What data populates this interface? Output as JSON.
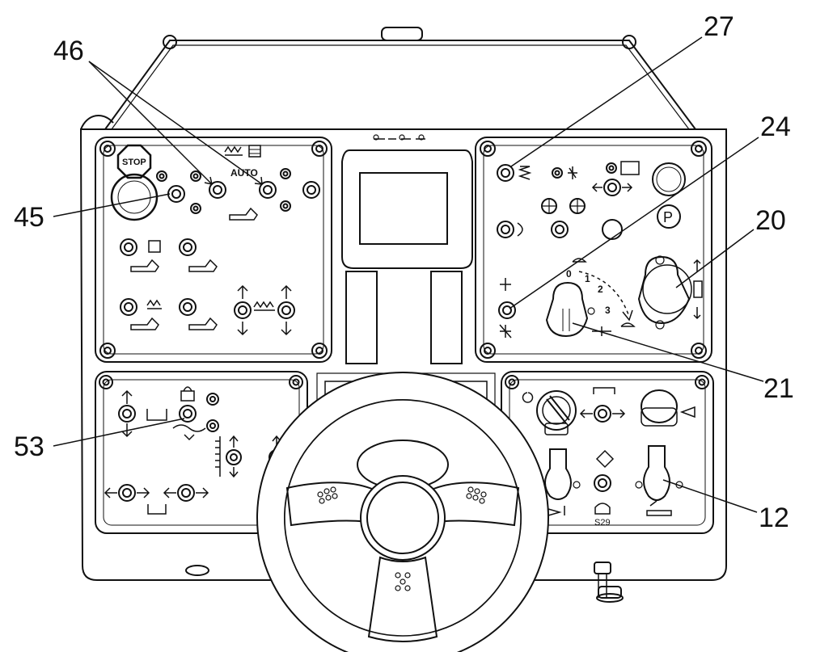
{
  "callouts": {
    "c46": "46",
    "c45": "45",
    "c27": "27",
    "c24": "24",
    "c20": "20",
    "c21": "21",
    "c53": "53",
    "c12": "12"
  },
  "panel_labels": {
    "stop": "STOP",
    "auto": "AUTO",
    "gear_0": "0",
    "gear_1": "1",
    "gear_2": "2",
    "gear_3": "3",
    "s29": "S29",
    "parking": "P"
  }
}
